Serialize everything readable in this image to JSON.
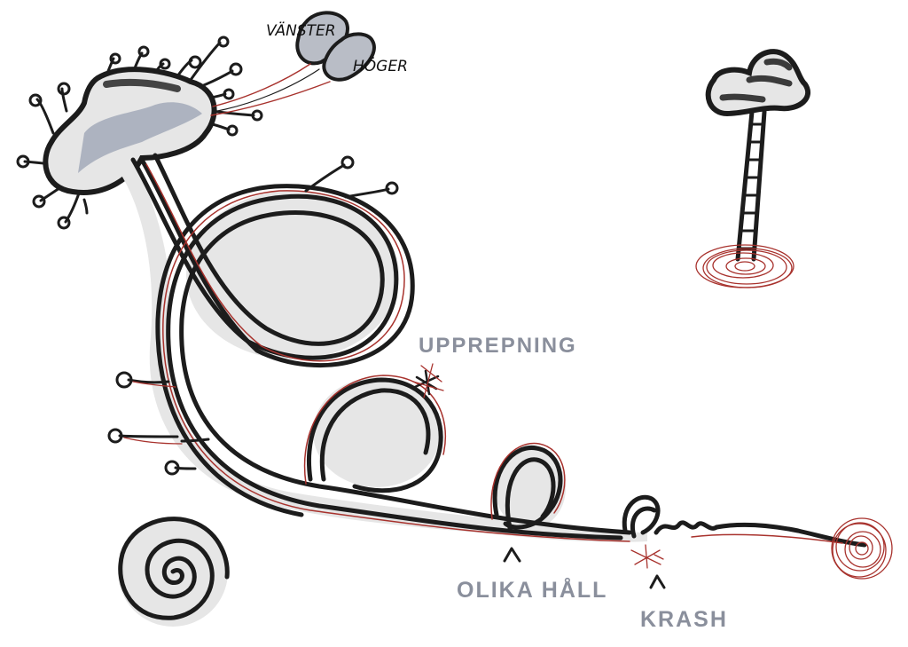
{
  "labels": {
    "vanster": "VÄNSTER",
    "hoger": "HÖGER",
    "upprepning": "UPPREPNING",
    "olika_hall": "OLIKA HÅLL",
    "krash": "KRASH"
  },
  "colors": {
    "ink": "#1c1c1c",
    "red_ink": "#a8322d",
    "fill_light": "#e6e6e6",
    "shade": "#9aa1b3",
    "label_gray": "#8a8f9c"
  }
}
